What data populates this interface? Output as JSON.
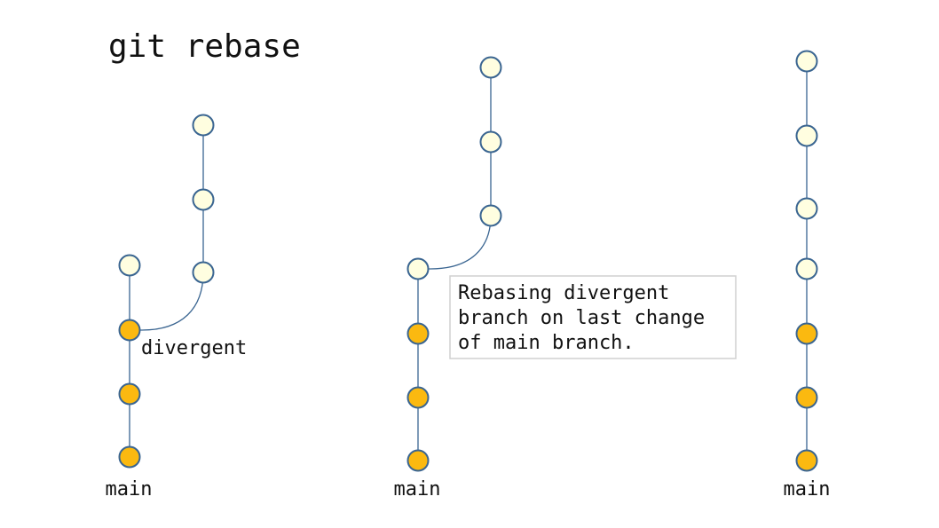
{
  "title": "git rebase",
  "colors": {
    "main_commit": "#fbb910",
    "branch_commit": "#fffee0",
    "outline": "#3a6591",
    "edge": "#3a6591"
  },
  "panels": [
    {
      "id": "before",
      "branch_label": "main",
      "fork_label": "divergent",
      "main_commits": 3,
      "tip_commits": 1,
      "divergent_commits": 3
    },
    {
      "id": "rebasing",
      "branch_label": "main",
      "main_commits": 3,
      "tip_commits": 1,
      "divergent_commits": 3,
      "note": [
        "Rebasing divergent",
        "branch on last change",
        "of main branch."
      ]
    },
    {
      "id": "after",
      "branch_label": "main",
      "main_commits": 3,
      "branch_commits": 4
    }
  ]
}
